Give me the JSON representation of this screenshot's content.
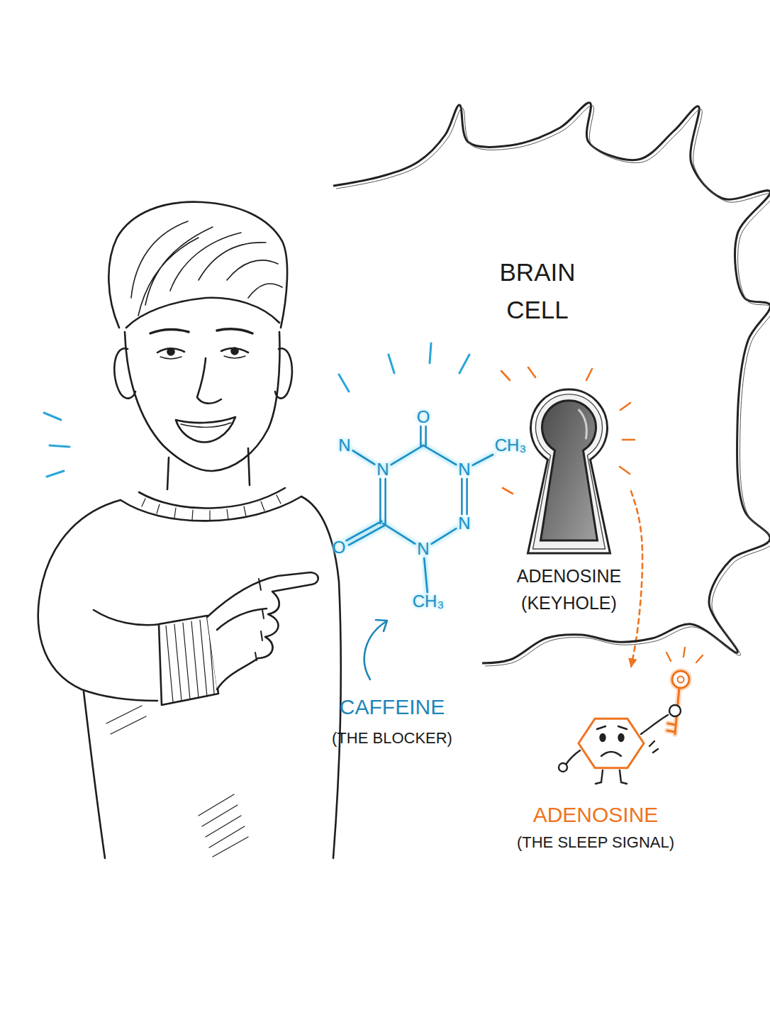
{
  "diagram": {
    "nodes": [
      {
        "text": [
          "BRAIN CELL"
        ]
      },
      {
        "text": [
          "ADENOSINE (KEYHOLE)"
        ],
        "in": 0
      },
      {
        "text": [
          "ADENOSINE",
          "(THE SLEEP SIGNAL)"
        ]
      }
    ],
    "edges": [
      {
        "from": 1,
        "to": 2,
        "arrow": "to"
      }
    ],
    "labels": [
      "O",
      "CH₃",
      "N",
      "N",
      "N",
      "N",
      "O",
      "N",
      "CH₃",
      "CAFFEINE",
      "(THE BLOCKER)"
    ]
  }
}
